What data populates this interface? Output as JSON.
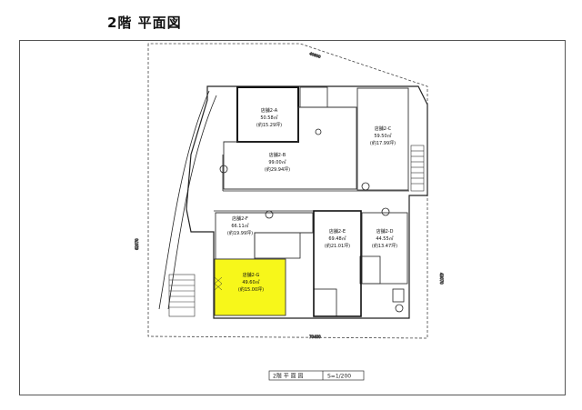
{
  "header": {
    "title": "2階 平面図"
  },
  "units": [
    {
      "id": "2-A",
      "name": "店舗2-A",
      "area_m2": "50.58㎡",
      "area_tsubo": "(約15.29坪)"
    },
    {
      "id": "2-B",
      "name": "店舗2-B",
      "area_m2": "99.00㎡",
      "area_tsubo": "(約29.94坪)"
    },
    {
      "id": "2-C",
      "name": "店舗2-C",
      "area_m2": "59.50㎡",
      "area_tsubo": "(約17.99坪)"
    },
    {
      "id": "2-D",
      "name": "店舗2-D",
      "area_m2": "44.55㎡",
      "area_tsubo": "(約13.47坪)"
    },
    {
      "id": "2-E",
      "name": "店舗2-E",
      "area_m2": "69.48㎡",
      "area_tsubo": "(約21.01坪)"
    },
    {
      "id": "2-F",
      "name": "店舗2-F",
      "area_m2": "66.11㎡",
      "area_tsubo": "(約19.99坪)"
    },
    {
      "id": "2-G",
      "name": "店舗2-G",
      "area_m2": "49.60㎡",
      "area_tsubo": "(約15.00坪)"
    }
  ],
  "highlight": {
    "unit": "2-G",
    "color": "#f7f71a"
  },
  "title_block": {
    "drawing": "2階 平 面 図",
    "scale": "S=1/200"
  }
}
